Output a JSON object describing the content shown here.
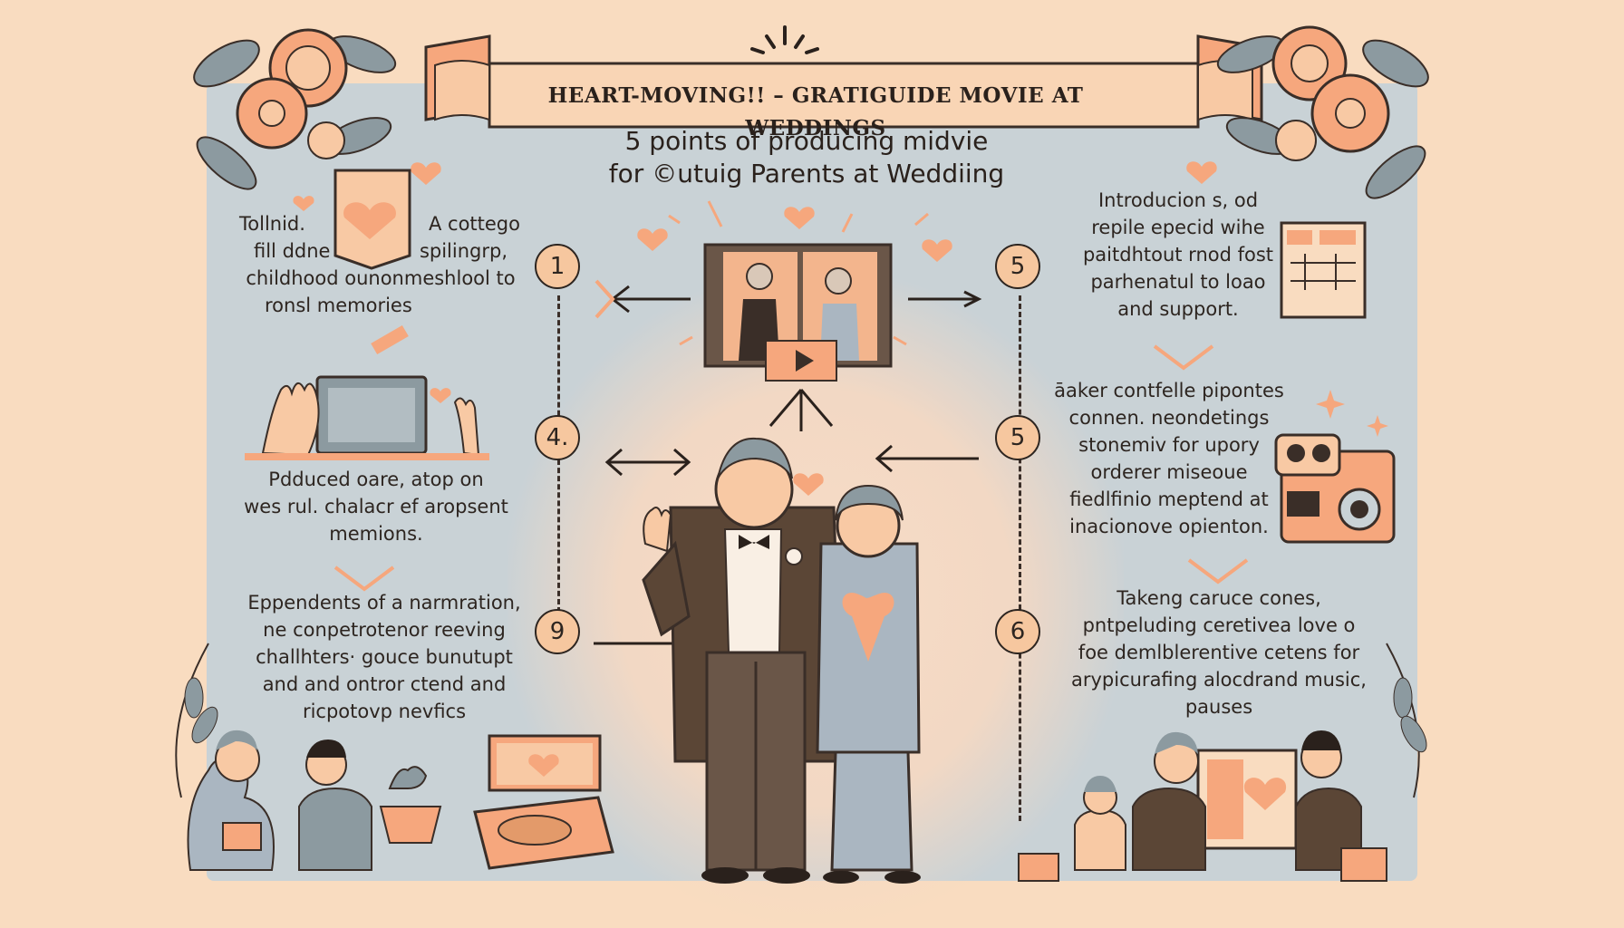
{
  "header": {
    "title": "HEART-MOVING!! – GRATIGUIDE MOVIE AT WEDDINGS",
    "subtitle_line1": "5 points of producing midvie",
    "subtitle_line2": "for ©utuig Parents at Weddiing"
  },
  "steps": [
    {
      "number": "1",
      "lines": [
        "Tollnid.",
        "fill ddne",
        "childhood ounonmeshlool to",
        "ronsl memories"
      ],
      "extra": [
        "A cottego",
        "spilingrp,"
      ]
    },
    {
      "number": "4.",
      "lines": [
        "Pdduced oare, atop on",
        "wes rul. chalacr ef aropsent",
        "memions."
      ]
    },
    {
      "number": "9",
      "lines": [
        "Eppendents of a narmration,",
        "ne conpetrotenor reeving",
        "challhters· gouce bunutupt",
        "and and ontror ctend and",
        "ricpotovp nevfics"
      ]
    },
    {
      "number": "5",
      "lines": [
        "Introducion s, od",
        "repile epecid wihe",
        "paitdhtout rnod fost",
        "parhenatul to loao",
        "and support."
      ]
    },
    {
      "number": "5",
      "lines": [
        "āaker contfelle pipontes",
        "connen. neondetings",
        "stonemiv for upory",
        "orderer miseoue",
        "fiedlfinio meptend at",
        "inacionove opienton."
      ]
    },
    {
      "number": "6",
      "lines": [
        "Takeng caruce cones,",
        "pntpeluding ceretivea love o",
        "foe demlblerentive cetens for",
        "arypicurafing alocdrand music,",
        "pauses"
      ]
    }
  ],
  "colors": {
    "background": "#f9dcc0",
    "panel": "#c9d2d6",
    "accent_peach": "#f6a77d",
    "accent_light": "#f8c9a4",
    "outline": "#3a2e28",
    "suit": "#5b4636",
    "dress": "#aab6c1"
  }
}
